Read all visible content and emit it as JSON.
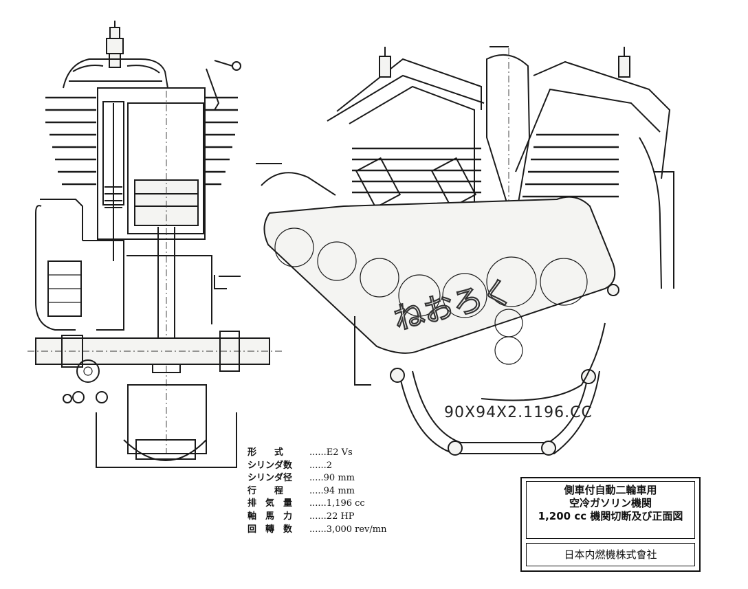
{
  "specifications": [
    {
      "label": "形　　式",
      "value": "......E2 Vs"
    },
    {
      "label": "シリンダ数",
      "value": "......2"
    },
    {
      "label": "シリンダ径",
      "value": ".....90 mm"
    },
    {
      "label": "行　　程",
      "value": ".....94 mm"
    },
    {
      "label": "排　気　量",
      "value": "......1,196 cc"
    },
    {
      "label": "軸　馬　力",
      "value": "......22 HP"
    },
    {
      "label": "回　轉　数",
      "value": "......3,000 rev/mn"
    }
  ],
  "title_block": {
    "lines": [
      "側車付自動二輪車用",
      "空冷ガソリン機関",
      "1,200 cc 機関切断及び正面図"
    ],
    "manufacturer": "日本内燃機株式會社"
  },
  "front_view": {
    "dimension_label": "90X94X2.1196.CC",
    "logo_text": "ねおろく"
  },
  "icons": [
    "spark-plug-icon",
    "cylinder-fins",
    "crankcase",
    "gear-cover"
  ]
}
